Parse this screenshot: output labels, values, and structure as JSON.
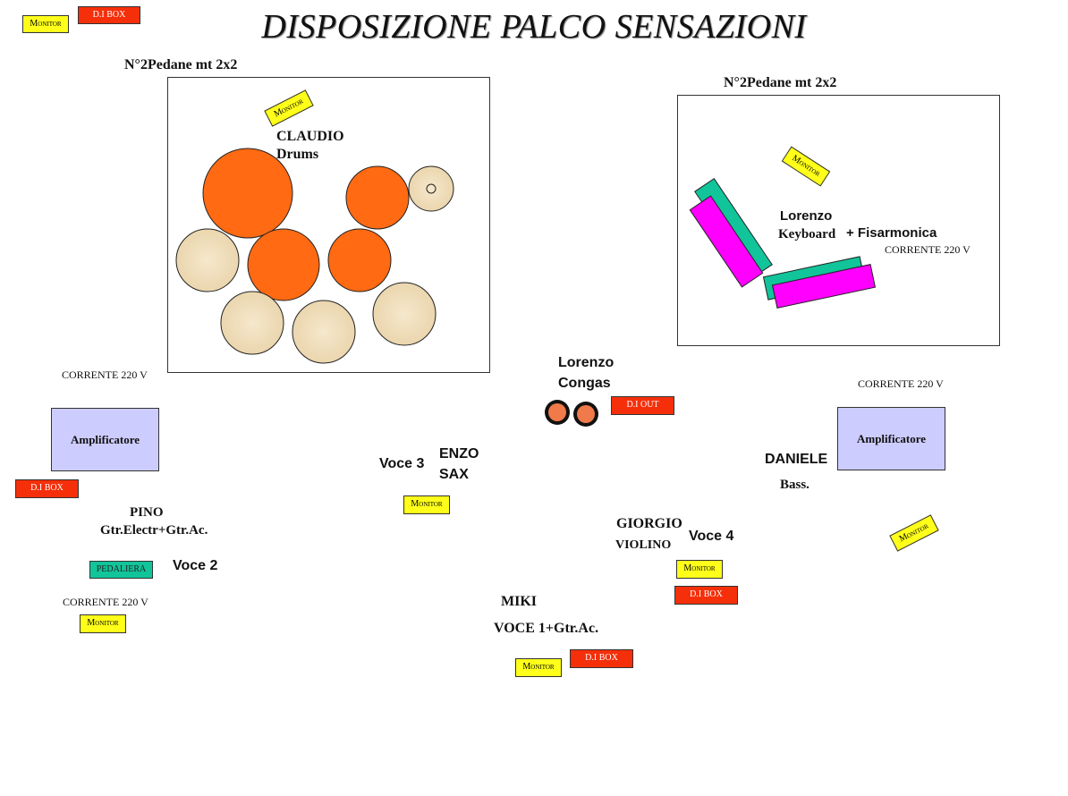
{
  "title": "DISPOSIZIONE PALCO SENSAZIONI",
  "labels": {
    "monitor": "Monitor",
    "di_box": "D.I BOX",
    "di_out": "D.I OUT",
    "pedaliera": "PEDALIERA",
    "corrente": "CORRENTE 220 V",
    "amplificatore": "Amplificatore",
    "pedane": "N°2Pedane mt 2x2"
  },
  "drums": {
    "name": "CLAUDIO",
    "role": "Drums"
  },
  "keys": {
    "name": "Lorenzo",
    "role": "Keyboard",
    "extra": "+ Fisarmonica"
  },
  "congas": {
    "name": "Lorenzo",
    "role": "Congas"
  },
  "pino": {
    "name": "PINO",
    "role": "Gtr.Electr+Gtr.Ac.",
    "voice": "Voce 2"
  },
  "enzo": {
    "name": "ENZO",
    "role": "SAX",
    "voice": "Voce 3"
  },
  "daniele": {
    "name": "DANIELE",
    "role": "Bass."
  },
  "giorgio": {
    "name": "GIORGIO",
    "role": "VIOLINO",
    "voice": "Voce 4"
  },
  "miki": {
    "name": "MIKI",
    "role": "VOCE 1+Gtr.Ac."
  },
  "colors": {
    "drum_orange": "#ff6a13",
    "drum_beige": "#efdcb9",
    "keyboard_green": "#12c49a",
    "keyboard_magenta": "#ff00ff",
    "monitor_yellow": "#ffff1a",
    "di_red": "#f52f0a",
    "amp_lavender": "#ccccff"
  }
}
